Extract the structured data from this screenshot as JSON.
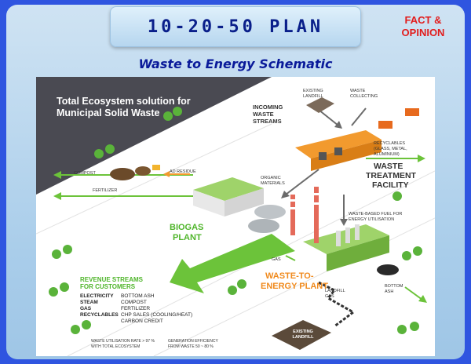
{
  "header": {
    "title": "10-20-50 PLAN",
    "badge_line1": "FACT &",
    "badge_line2": "OPINION",
    "subtitle": "Waste to Energy Schematic"
  },
  "diagram": {
    "ecosystem_title": "Total Ecosystem solution for Municipal Solid Waste",
    "incoming_line1": "INCOMING",
    "incoming_line2": "WASTE",
    "incoming_line3": "STREAMS",
    "existing_landfill_top": "EXISTING LANDFILL",
    "waste_collecting": "WASTE COLLECTING",
    "recyclables": "RECYCLABLES (GLASS, METAL, ALUMINIUM)",
    "treatment_line1": "WASTE",
    "treatment_line2": "TREATMENT",
    "treatment_line3": "FACILITY",
    "organic_materials": "ORGANIC MATERIALS",
    "compost": "COMPOST",
    "ad_residue": "AD RESIDUE",
    "fertilizer": "FERTILIZER",
    "waste_based_fuel": "WASTE-BASED FUEL FOR ENERGY UTILISATION",
    "biogas_line1": "BIOGAS",
    "biogas_line2": "PLANT",
    "gas": "GAS",
    "wte_line1": "WASTE-TO-",
    "wte_line2": "ENERGY PLANT",
    "landfill_gas": "LANDFILL GAS",
    "bottom_ash": "BOTTOM ASH",
    "existing_landfill_bottom": "EXISTING LANDFILL",
    "revenue_title_line1": "REVENUE STREAMS",
    "revenue_title_line2": "FOR CUSTOMERS",
    "revenue_left": [
      "ELECTRICITY",
      "STEAM",
      "GAS",
      "RECYCLABLES"
    ],
    "revenue_right": [
      "BOTTOM ASH",
      "COMPOST",
      "FERTILIZER",
      "CHP SALES (COOLING/HEAT)",
      "CARBON CREDIT"
    ],
    "utilisation_line1": "WASTE UTILISATION RATE > 97 %",
    "utilisation_line2": "WITH TOTAL ECOSYSTEM",
    "efficiency_line1": "GENERATION EFFICIENCY",
    "efficiency_line2": "FROM WASTE 50 ~ 80 %"
  },
  "colors": {
    "background": "#2f55e0",
    "title": "#0a1f8a",
    "badge": "#e21c1c",
    "green_flow": "#6cc33a",
    "orange_flow": "#f29a2e",
    "dark_panel": "#4a4a52"
  }
}
